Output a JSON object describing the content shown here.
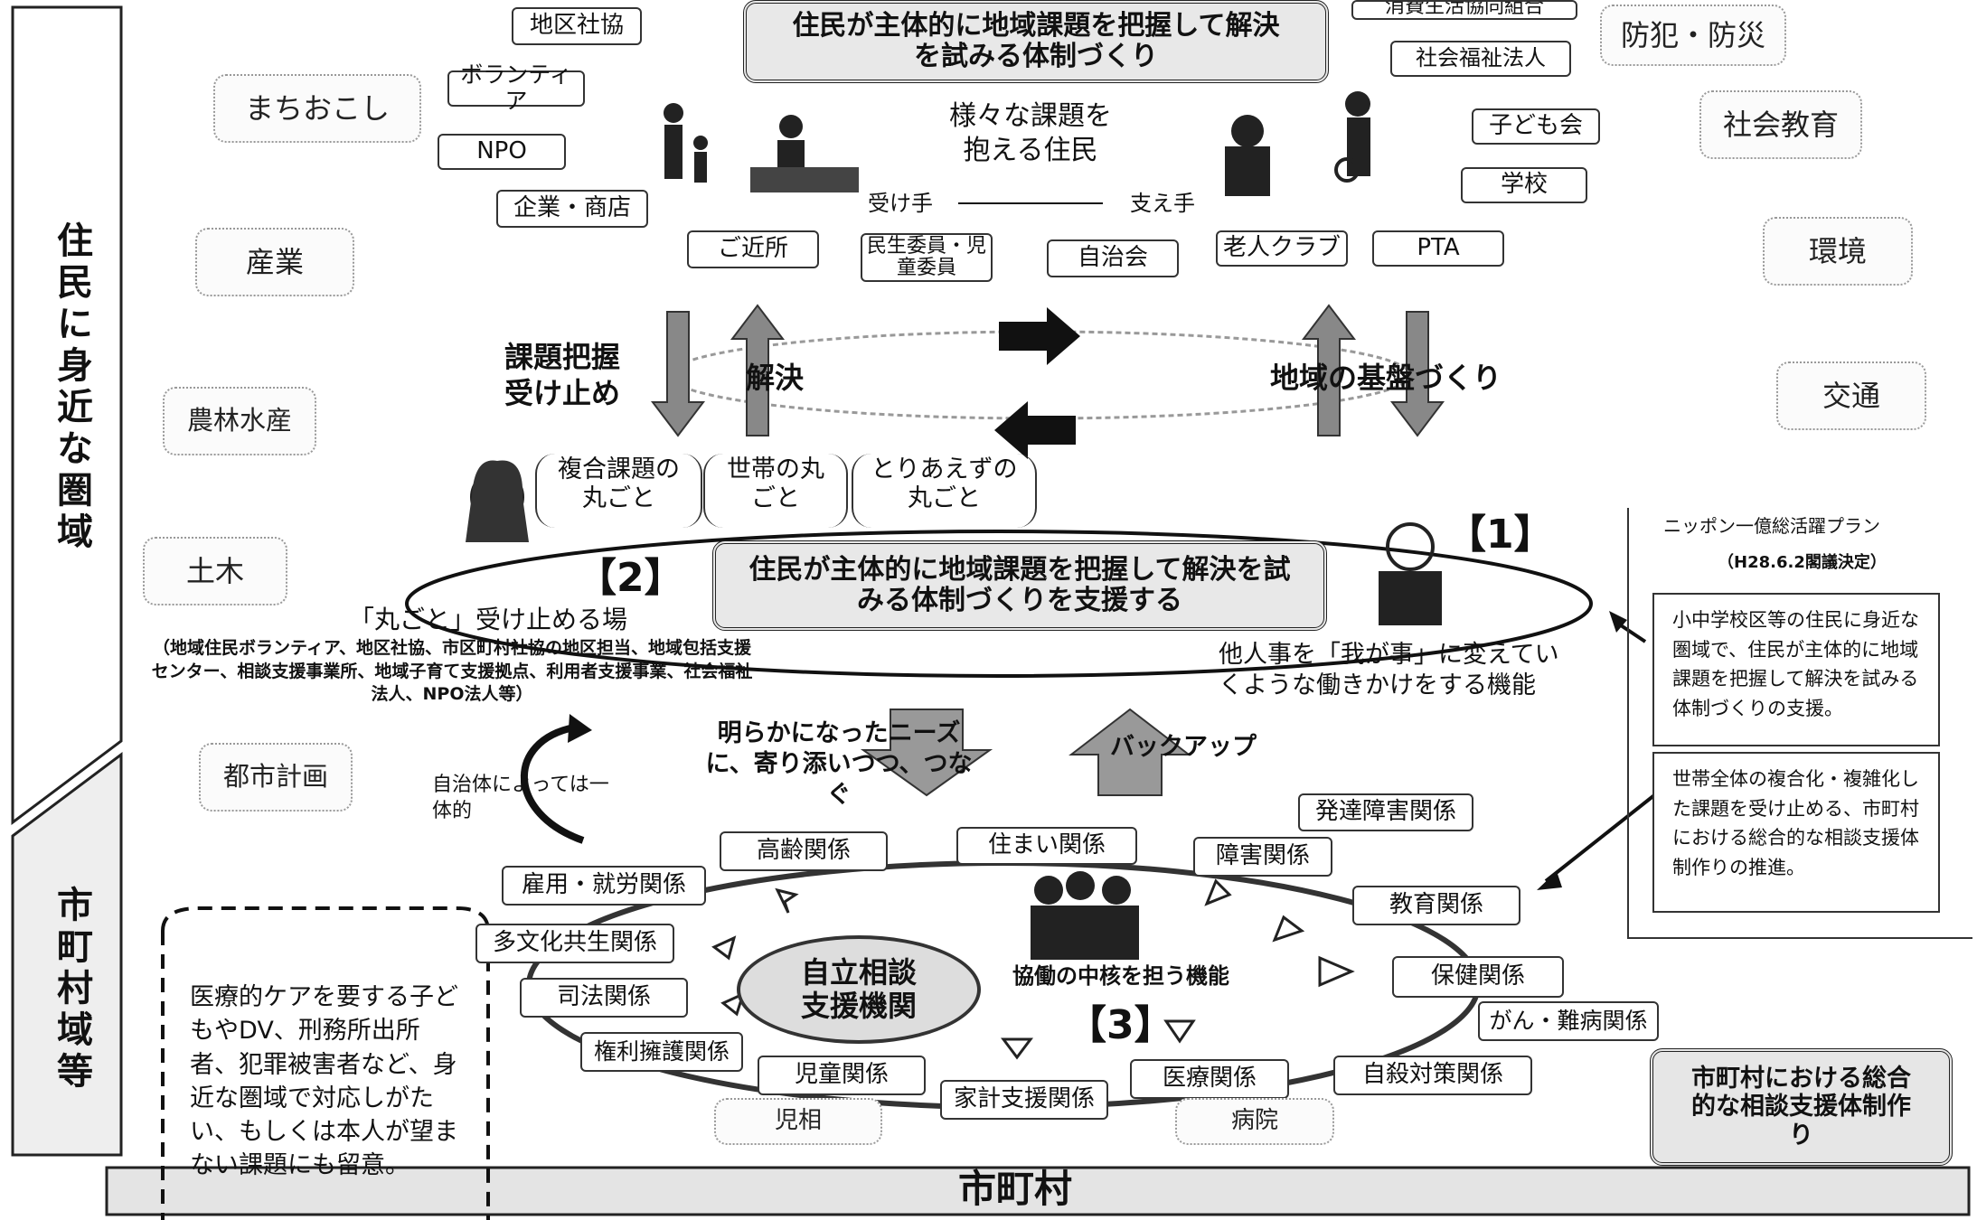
{
  "side_labels": {
    "upper": "住民に身近な圏域",
    "lower": "市町村域等"
  },
  "top_title": "住民が主体的に地域課題を把握して解決を試みる体制づくり",
  "residents_label": "様々な課題を抱える住民",
  "giver": "受け手",
  "receiver": "支え手",
  "top_orgs": [
    "地区社協",
    "ボランティア",
    "NPO",
    "企業・商店",
    "消費生活協同組合",
    "社会福祉法人",
    "子ども会",
    "学校"
  ],
  "row_orgs": [
    "ご近所",
    "民生委員・児童委員",
    "自治会",
    "老人クラブ",
    "PTA"
  ],
  "left_fields": [
    "まちおこし",
    "産業",
    "農林水産",
    "土木",
    "都市計画"
  ],
  "right_fields": [
    "防犯・防災",
    "社会教育",
    "環境",
    "交通"
  ],
  "cycle": {
    "left_top": "課題把握",
    "left_bottom": "受け止め",
    "solve": "解決",
    "base": "地域の基盤づくり"
  },
  "whole": [
    "複合課題の丸ごと",
    "世帯の丸ごと",
    "とりあえずの丸ごと"
  ],
  "center_title": "住民が主体的に地域課題を把握して解決を試みる体制づくりを支援する",
  "label1": "【1】",
  "label2": "【2】",
  "label3": "【3】",
  "marugoto_place": "「丸ごと」受け止める場",
  "marugoto_detail": "（地域住民ボランティア、地区社協、市区町村社協の地区担当、地域包括支援センター、相談支援事業所、地域子育て支援拠点、利用者支援事業、社会福祉法人、NPO法人等）",
  "function_text": "他人事を「我が事」に変えていくような働きかけをする機能",
  "needs_text": "明らかになったニーズに、寄り添いつつ、つなぐ",
  "backup": "バックアップ",
  "integrated": "自治体によっては一体的",
  "support_org": "自立相談支援機関",
  "core_function": "協働の中核を担う機能",
  "relations": [
    "高齢関係",
    "住まい関係",
    "発達障害関係",
    "障害関係",
    "雇用・就労関係",
    "教育関係",
    "多文化共生関係",
    "保健関係",
    "司法関係",
    "がん・難病関係",
    "権利擁護関係",
    "児童関係",
    "家計支援関係",
    "医療関係",
    "自殺対策関係",
    "児相",
    "病院"
  ],
  "plan_title": "ニッポン一億総活躍プラン",
  "plan_date": "（H28.6.2閣議決定）",
  "plan_note1": "小中学校区等の住民に身近な圏域で、住民が主体的に地域課題を把握して解決を試みる体制づくりの支援。",
  "plan_note2": "世帯全体の複合化・複雑化した課題を受け止める、市町村における総合的な相談支援体制作りの推進。",
  "municipal_box": "市町村における総合的な相談支援体制作り",
  "dashed_note": "医療的ケアを要する子どもやDV、刑務所出所者、犯罪被害者など、身近な圏域で対応しがたい、もしくは本人が望まない課題にも留意。",
  "bottom_label": "市町村"
}
